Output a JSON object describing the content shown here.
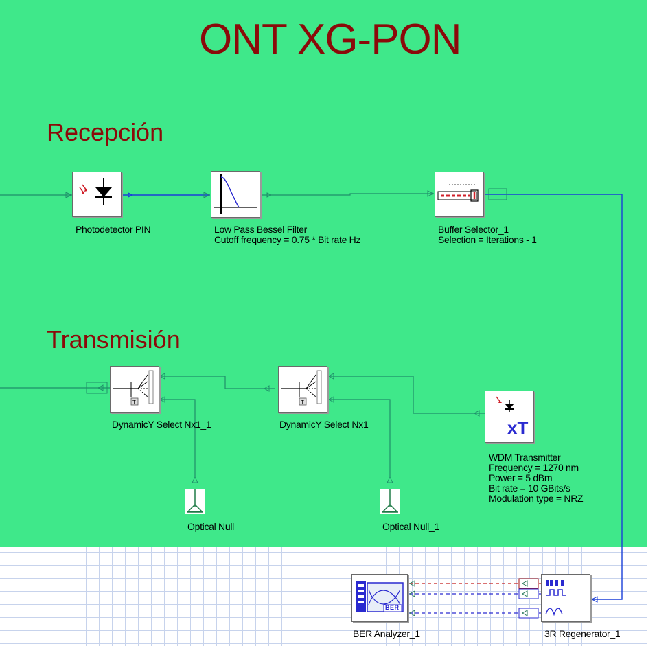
{
  "diagram": {
    "title": "ONT XG-PON",
    "sections": {
      "reception": "Recepción",
      "transmission": "Transmisión"
    },
    "components": {
      "photodetector": {
        "name": "Photodetector PIN"
      },
      "lowpass": {
        "name": "Low Pass Bessel Filter",
        "param": "Cutoff frequency = 0.75 * Bit rate  Hz"
      },
      "buffer": {
        "name": "Buffer Selector_1",
        "param": "Selection = Iterations - 1"
      },
      "ysel1": {
        "name": "DynamicY Select Nx1_1"
      },
      "ysel2": {
        "name": "DynamicY Select Nx1"
      },
      "wdm": {
        "name": "WDM Transmitter",
        "frequency": "Frequency = 1270  nm",
        "power": "Power = 5  dBm",
        "bitrate": "Bit rate = 10  GBits/s",
        "modulation": "Modulation type = NRZ",
        "icon_text": "xT"
      },
      "null1": {
        "name": "Optical Null"
      },
      "null2": {
        "name": "Optical Null_1"
      },
      "ber": {
        "name": "BER Analyzer_1",
        "icon_text": "BER"
      },
      "regen": {
        "name": "3R Regenerator_1"
      }
    },
    "colors": {
      "layout_background": "#3fe88a",
      "title_text": "#8b0a0a",
      "optical_wire": "#1f8f6a",
      "electrical_wire": "#1a3fd8",
      "dashed_red": "#c41c1c",
      "dashed_blue": "#2a2ad0"
    }
  }
}
